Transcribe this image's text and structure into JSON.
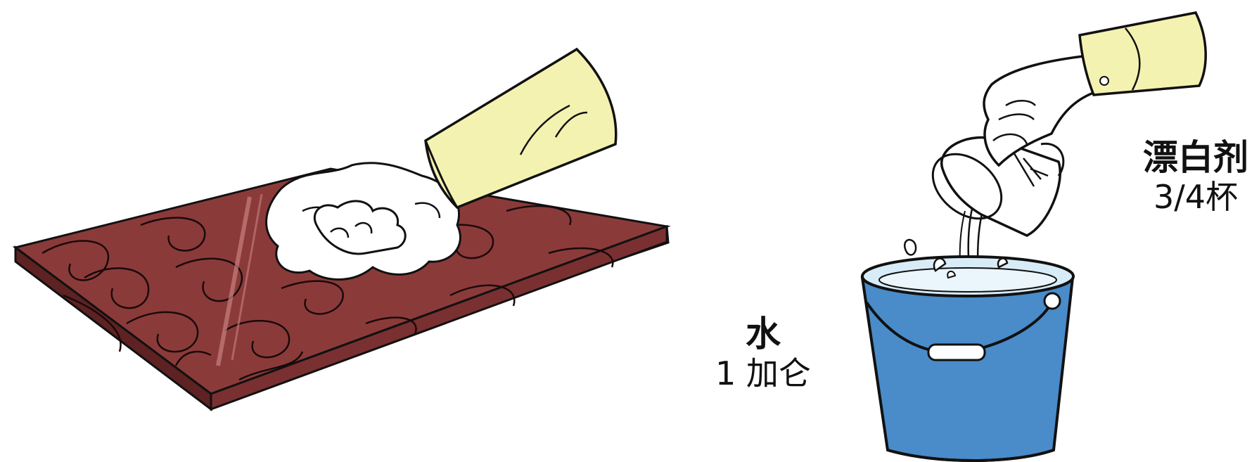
{
  "illustration": {
    "bleach": {
      "name": "漂白剂",
      "amount": "3/4杯"
    },
    "water": {
      "name": "水",
      "amount": "1 加仑"
    }
  },
  "colors": {
    "board": "#8b3a3a",
    "board_dark": "#6e2a2a",
    "sleeve": "#f4f2b0",
    "bucket": "#4a8bc9",
    "water": "#d8ecf8",
    "cloth": "#ffffff",
    "outline": "#111111"
  },
  "icons": [
    "wiping-hand-icon",
    "cloth-icon",
    "wood-board-icon",
    "pouring-hand-icon",
    "measuring-cup-icon",
    "bucket-icon"
  ]
}
